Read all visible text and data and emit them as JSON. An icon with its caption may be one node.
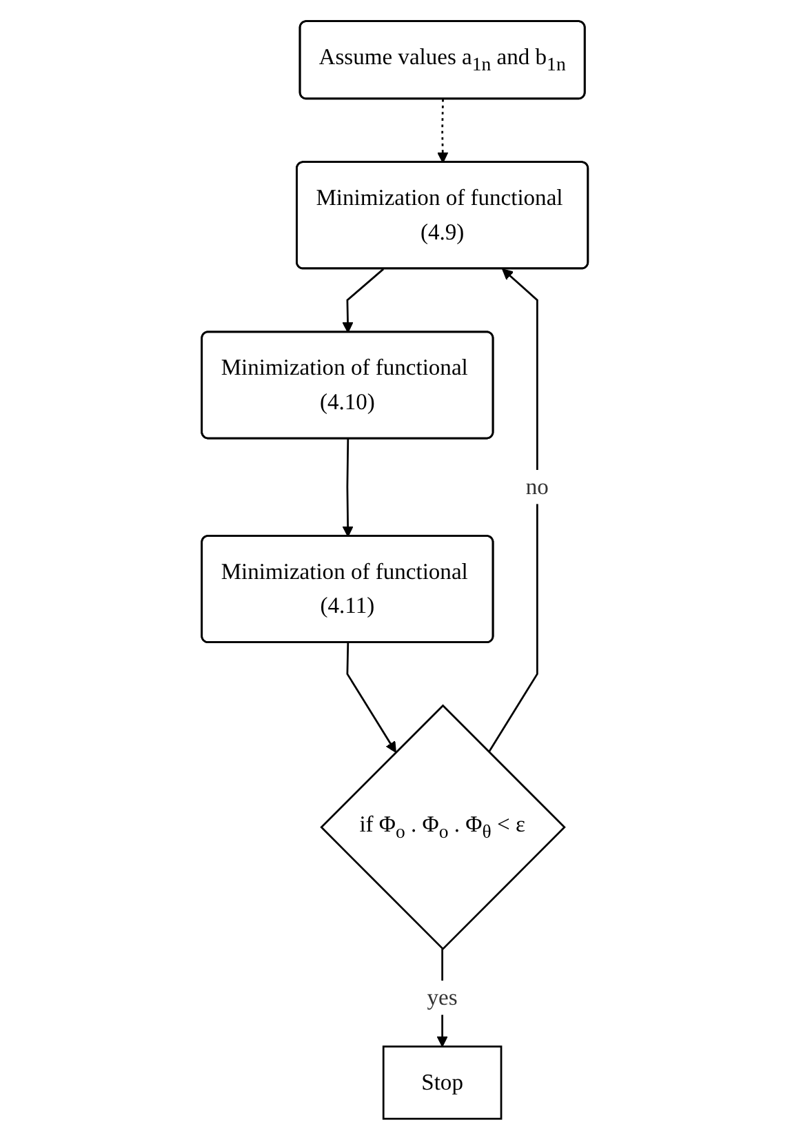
{
  "diagram": {
    "nodes": [
      {
        "text": [
          "Assume values a$_{1n}$ and b$_{1n}$"
        ]
      },
      {
        "text": [
          "Minimization of functional (4.9)"
        ]
      },
      {
        "text": [
          "Minimization of functional (4.10)"
        ]
      },
      {
        "text": [
          "Minimization of functional (4.11)"
        ]
      },
      {
        "text": [
          "if Φ$_{o}$ . Φ$_{o}$ . Φ$_{θ}$ < ε"
        ]
      },
      {
        "text": [
          "Stop"
        ]
      }
    ],
    "edges": [
      {
        "from": 0,
        "to": 1,
        "arrow": "to",
        "style": "dashed"
      },
      {
        "from": 1,
        "to": 2,
        "arrow": "to"
      },
      {
        "from": 2,
        "to": 3,
        "arrow": "to"
      },
      {
        "from": 3,
        "to": 4,
        "arrow": "to"
      },
      {
        "from": 4,
        "to": 1,
        "arrow": "to",
        "label": "no"
      },
      {
        "from": 4,
        "to": 5,
        "arrow": "to",
        "label": "yes"
      }
    ]
  }
}
